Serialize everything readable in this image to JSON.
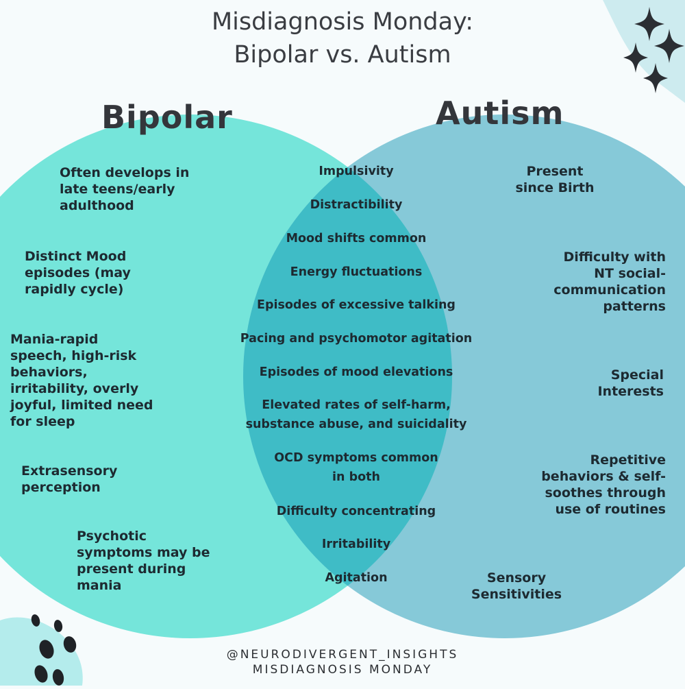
{
  "title": {
    "line1": "Misdiagnosis Monday:",
    "line2": "Bipolar vs. Autism"
  },
  "circles": {
    "left_label": "Bipolar",
    "right_label": "Autism"
  },
  "colors": {
    "left_circle": "#75e5da",
    "right_circle": "#86c9d8",
    "overlap": "#3fbcc6",
    "decoration_left": "#b4ecec",
    "decoration_right": "#cdebef",
    "stars": "#2b2e33"
  },
  "bipolar_only": [
    "Often develops in",
    "late teens/early",
    "adulthood",
    "Distinct Mood",
    "episodes (may",
    "rapidly cycle)",
    "Mania-rapid",
    "speech, high-risk",
    "behaviors,",
    "irritability, overly",
    "joyful, limited need",
    "for sleep",
    "Extrasensory",
    "perception",
    "Psychotic",
    "symptoms may be",
    "present during",
    "mania"
  ],
  "autism_only": [
    "Present",
    "since Birth",
    "Difficulty with",
    "NT social-",
    "communication",
    "patterns",
    "Special",
    "Interests",
    "Repetitive",
    "behaviors & self-",
    "soothes through",
    "use of routines",
    "Sensory",
    "Sensitivities"
  ],
  "shared": [
    "Impulsivity",
    "Distractibility",
    "Mood shifts common",
    "Energy fluctuations",
    "Episodes of excessive talking",
    "Pacing and psychomotor agitation",
    "Episodes of mood elevations",
    "Elevated rates of self-harm,",
    "substance abuse, and suicidality",
    "OCD symptoms common",
    "in both",
    "Difficulty concentrating",
    "Irritability",
    "Agitation"
  ],
  "footer": {
    "line1": "@NEURODIVERGENT_INSIGHTS",
    "line2": "MISDIAGNOSIS MONDAY"
  },
  "icons": {
    "stars": "sparkle-stars-icon",
    "footprints": "footprints-icon"
  }
}
